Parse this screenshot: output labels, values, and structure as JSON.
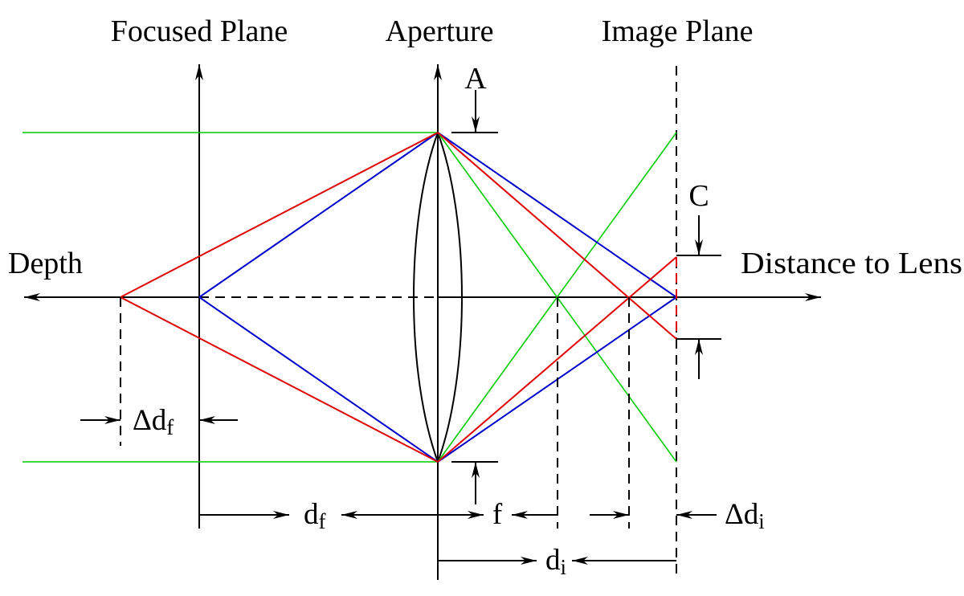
{
  "labels": {
    "focused_plane": "Focused Plane",
    "aperture": "Aperture",
    "image_plane": "Image Plane",
    "depth": "Depth",
    "distance_to_lens": "Distance to Lens",
    "a": "A",
    "c": "C",
    "delta_df_main": "Δd",
    "delta_df_sub": "f",
    "df_main": "d",
    "df_sub": "f",
    "f": "f",
    "delta_di_main": "Δd",
    "delta_di_sub": "i",
    "di_main": "d",
    "di_sub": "i"
  },
  "colors": {
    "red_rays": "#e00000",
    "blue_rays": "#0000cc",
    "green_rays": "#00cc00",
    "axes": "#000000"
  }
}
